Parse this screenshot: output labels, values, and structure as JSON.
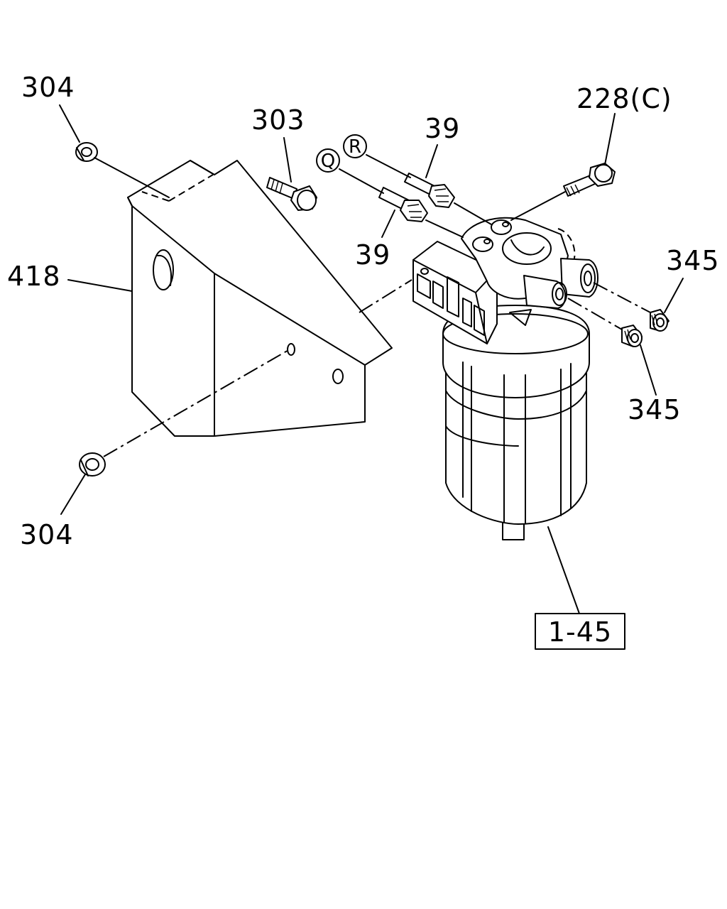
{
  "callouts": {
    "nut_top": "304",
    "nut_bottom": "304",
    "bolt_bracket": "303",
    "bracket": "418",
    "fitting_upper": "39",
    "fitting_lower": "39",
    "bolt_filter": "228(C)",
    "plug_upper": "345",
    "plug_lower": "345",
    "assembly_ref": "1-45",
    "circle_r": "R",
    "circle_q": "Q"
  }
}
